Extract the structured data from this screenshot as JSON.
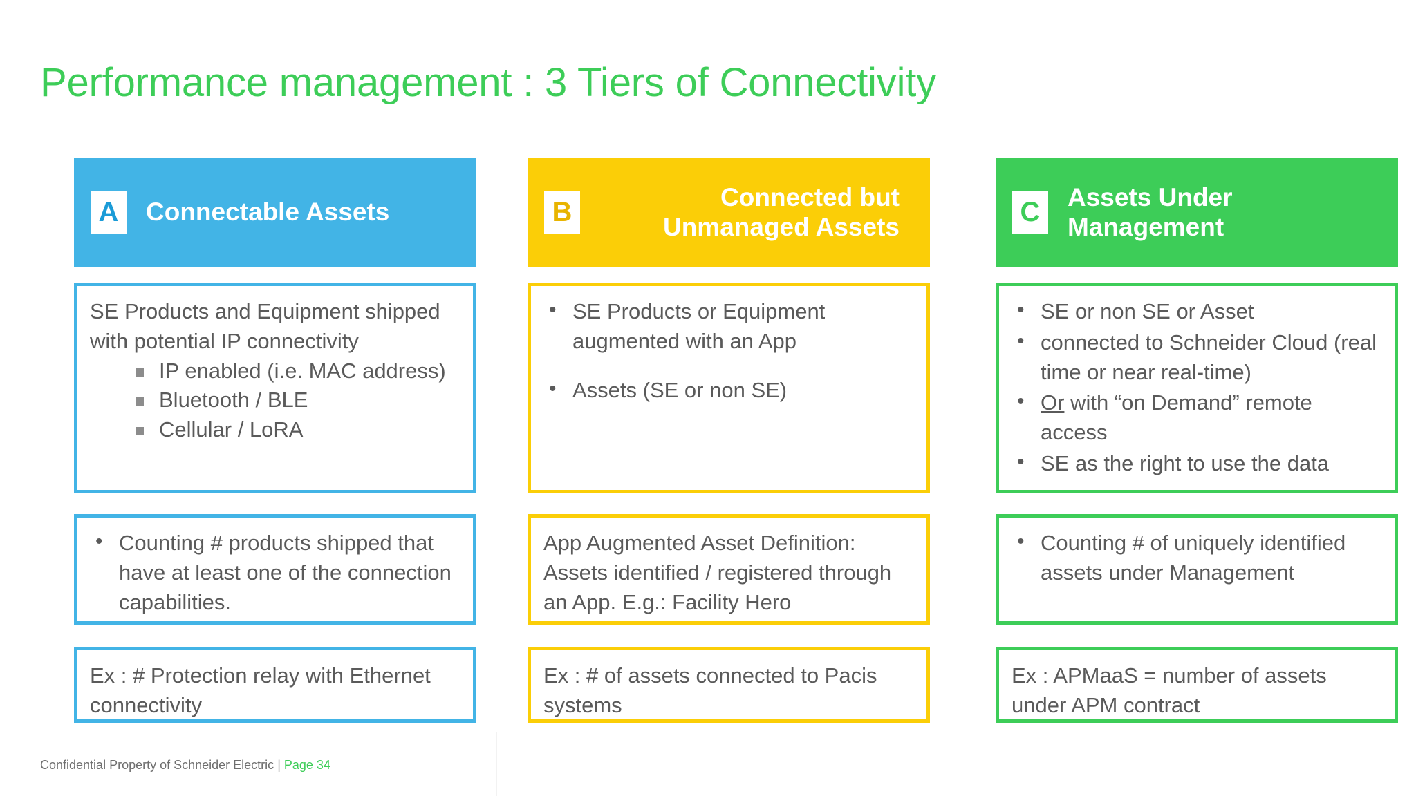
{
  "slide": {
    "title": "Performance management : 3 Tiers of Connectivity",
    "accent_green": "#3DCD58",
    "accent_blue": "#42B4E6",
    "accent_yellow": "#FBCE07"
  },
  "columns": [
    {
      "key": "a",
      "badge": "A",
      "header_title": "Connectable Assets",
      "color": "#42B4E6",
      "box1": {
        "lead": "SE Products and Equipment shipped with potential IP connectivity",
        "sub_bullets": [
          "IP enabled (i.e. MAC address)",
          "Bluetooth / BLE",
          "Cellular / LoRA"
        ]
      },
      "box2": {
        "bullets": [
          "Counting # products shipped that have at least one of the connection capabilities."
        ]
      },
      "box3": {
        "text": "Ex : # Protection relay with Ethernet connectivity"
      }
    },
    {
      "key": "b",
      "badge": "B",
      "header_title": "Connected but Unmanaged Assets",
      "color": "#FBCE07",
      "box1": {
        "bullets": [
          "SE Products or Equipment augmented with an App",
          "Assets (SE or non SE)"
        ]
      },
      "box2": {
        "text": "App Augmented Asset Definition: Assets identified / registered through an App. E.g.: Facility Hero"
      },
      "box3": {
        "text": "Ex : # of assets connected to Pacis systems"
      }
    },
    {
      "key": "c",
      "badge": "C",
      "header_title": "Assets Under Management",
      "color": "#3DCD58",
      "box1": {
        "bullets": [
          "SE or non SE or Asset",
          "connected to Schneider Cloud (real time or near real-time)",
          "Or with “on Demand” remote access",
          "SE as the right to use the data"
        ],
        "underlined_prefix": "Or"
      },
      "box2": {
        "bullets": [
          "Counting # of uniquely identified assets under Management"
        ]
      },
      "box3": {
        "text": "Ex : APMaaS = number of assets under APM contract"
      }
    }
  ],
  "footer": {
    "confidential": "Confidential Property of Schneider Electric",
    "separator": "|",
    "page": "Page 34"
  }
}
